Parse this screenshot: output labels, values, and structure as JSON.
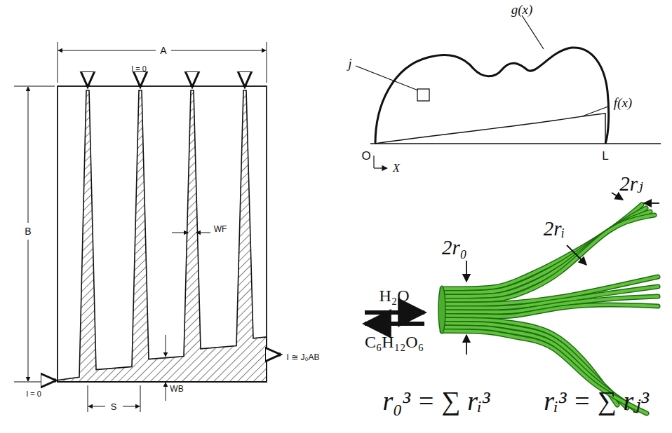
{
  "diagram": {
    "labels": [
      "A",
      "B",
      "I = 0",
      "I = 0",
      "WF",
      "S",
      "WB",
      "I ≅ J₀AB",
      "g(x)",
      "j",
      "f(x)",
      "O",
      "L",
      "X",
      "2rⱼ",
      "2r₀",
      "2rᵢ",
      "H₂O",
      "C₆H₁₂O₆",
      "r₀³ = ∑ rᵢ³",
      "rᵢ³ = ∑ rⱼ³"
    ]
  }
}
